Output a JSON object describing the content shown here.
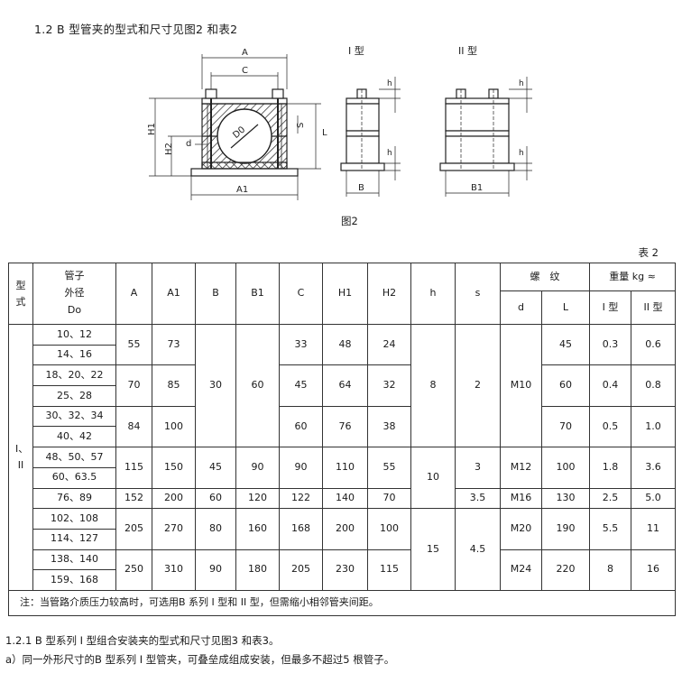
{
  "heading": "1.2 B 型管夹的型式和尺寸见图2 和表2",
  "figure": {
    "caption": "图2",
    "type_labels": {
      "type1": "I 型",
      "type2": "II 型"
    },
    "dims": {
      "A": "A",
      "C": "C",
      "A1": "A1",
      "H1": "H1",
      "H2": "H2",
      "d": "d",
      "D0": "D0",
      "S": "S",
      "L": "L",
      "h": "h",
      "B": "B",
      "B1": "B1"
    }
  },
  "table": {
    "title": "表 2",
    "headers": {
      "type": "型式",
      "pipe_l1": "管子",
      "pipe_l2": "外径",
      "pipe_l3": "Do",
      "A": "A",
      "A1": "A1",
      "B": "B",
      "B1": "B1",
      "C": "C",
      "H1": "H1",
      "H2": "H2",
      "h": "h",
      "s": "s",
      "thread": "螺　纹",
      "d": "d",
      "L": "L",
      "weight": "重量 kg ≈",
      "w1": "I 型",
      "w2": "II 型"
    },
    "type_value": "I、II",
    "pipes": [
      "10、12",
      "14、16",
      "18、20、22",
      "25、28",
      "30、32、34",
      "40、42",
      "48、50、57",
      "60、63.5",
      "76、89",
      "102、108",
      "114、127",
      "138、140",
      "159、168"
    ],
    "groups": [
      {
        "A": "55",
        "A1": "73",
        "C": "33",
        "H1": "48",
        "H2": "24",
        "L": "45",
        "w1": "0.3",
        "w2": "0.6"
      },
      {
        "A": "70",
        "A1": "85",
        "C": "45",
        "H1": "64",
        "H2": "32",
        "L": "60",
        "w1": "0.4",
        "w2": "0.8"
      },
      {
        "A": "84",
        "A1": "100",
        "C": "60",
        "H1": "76",
        "H2": "38",
        "L": "70",
        "w1": "0.5",
        "w2": "1.0"
      },
      {
        "A": "115",
        "A1": "150",
        "B": "45",
        "B1": "90",
        "C": "90",
        "H1": "110",
        "H2": "55",
        "s": "3",
        "d": "M12",
        "L": "100",
        "w1": "1.8",
        "w2": "3.6"
      },
      {
        "A": "152",
        "A1": "200",
        "B": "60",
        "B1": "120",
        "C": "122",
        "H1": "140",
        "H2": "70",
        "s": "3.5",
        "d": "M16",
        "L": "130",
        "w1": "2.5",
        "w2": "5.0"
      },
      {
        "A": "205",
        "A1": "270",
        "B": "80",
        "B1": "160",
        "C": "168",
        "H1": "200",
        "H2": "100",
        "d": "M20",
        "L": "190",
        "w1": "5.5",
        "w2": "11"
      },
      {
        "A": "250",
        "A1": "310",
        "B": "90",
        "B1": "180",
        "C": "205",
        "H1": "230",
        "H2": "115",
        "d": "M24",
        "L": "220",
        "w1": "8",
        "w2": "16"
      }
    ],
    "merged": {
      "B": "30",
      "B1": "60",
      "h_a": "8",
      "h_b": "10",
      "h_c": "15",
      "s_a": "2",
      "s_c": "4.5",
      "d_a": "M10"
    },
    "note": "注：当管路介质压力较高时，可选用B 系列 I 型和 II 型，但需缩小相邻管夹间距。"
  },
  "paragraphs": [
    "1.2.1 B 型系列 I 型组合安装夹的型式和尺寸见图3 和表3。",
    "a）同一外形尺寸的B 型系列 I 型管夹，可叠垒成组成安装，但最多不超过5 根管子。"
  ]
}
